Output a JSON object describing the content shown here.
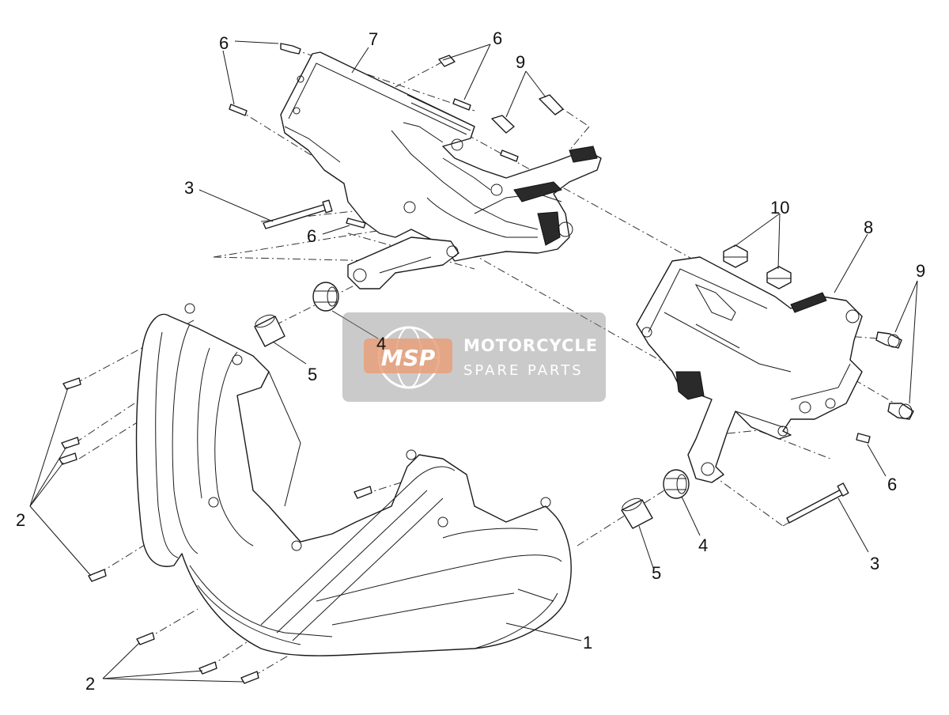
{
  "callouts": {
    "c1": "1",
    "c2a": "2",
    "c2b": "2",
    "c3a": "3",
    "c3b": "3",
    "c4a": "4",
    "c4b": "4",
    "c5a": "5",
    "c5b": "5",
    "c6a": "6",
    "c6b": "6",
    "c6c": "6",
    "c6d": "6",
    "c7": "7",
    "c8": "8",
    "c9a": "9",
    "c9b": "9",
    "c10": "10"
  },
  "watermark": {
    "logo": "MSP",
    "title": "MOTORCYCLE",
    "subtitle": "SPARE PARTS"
  }
}
